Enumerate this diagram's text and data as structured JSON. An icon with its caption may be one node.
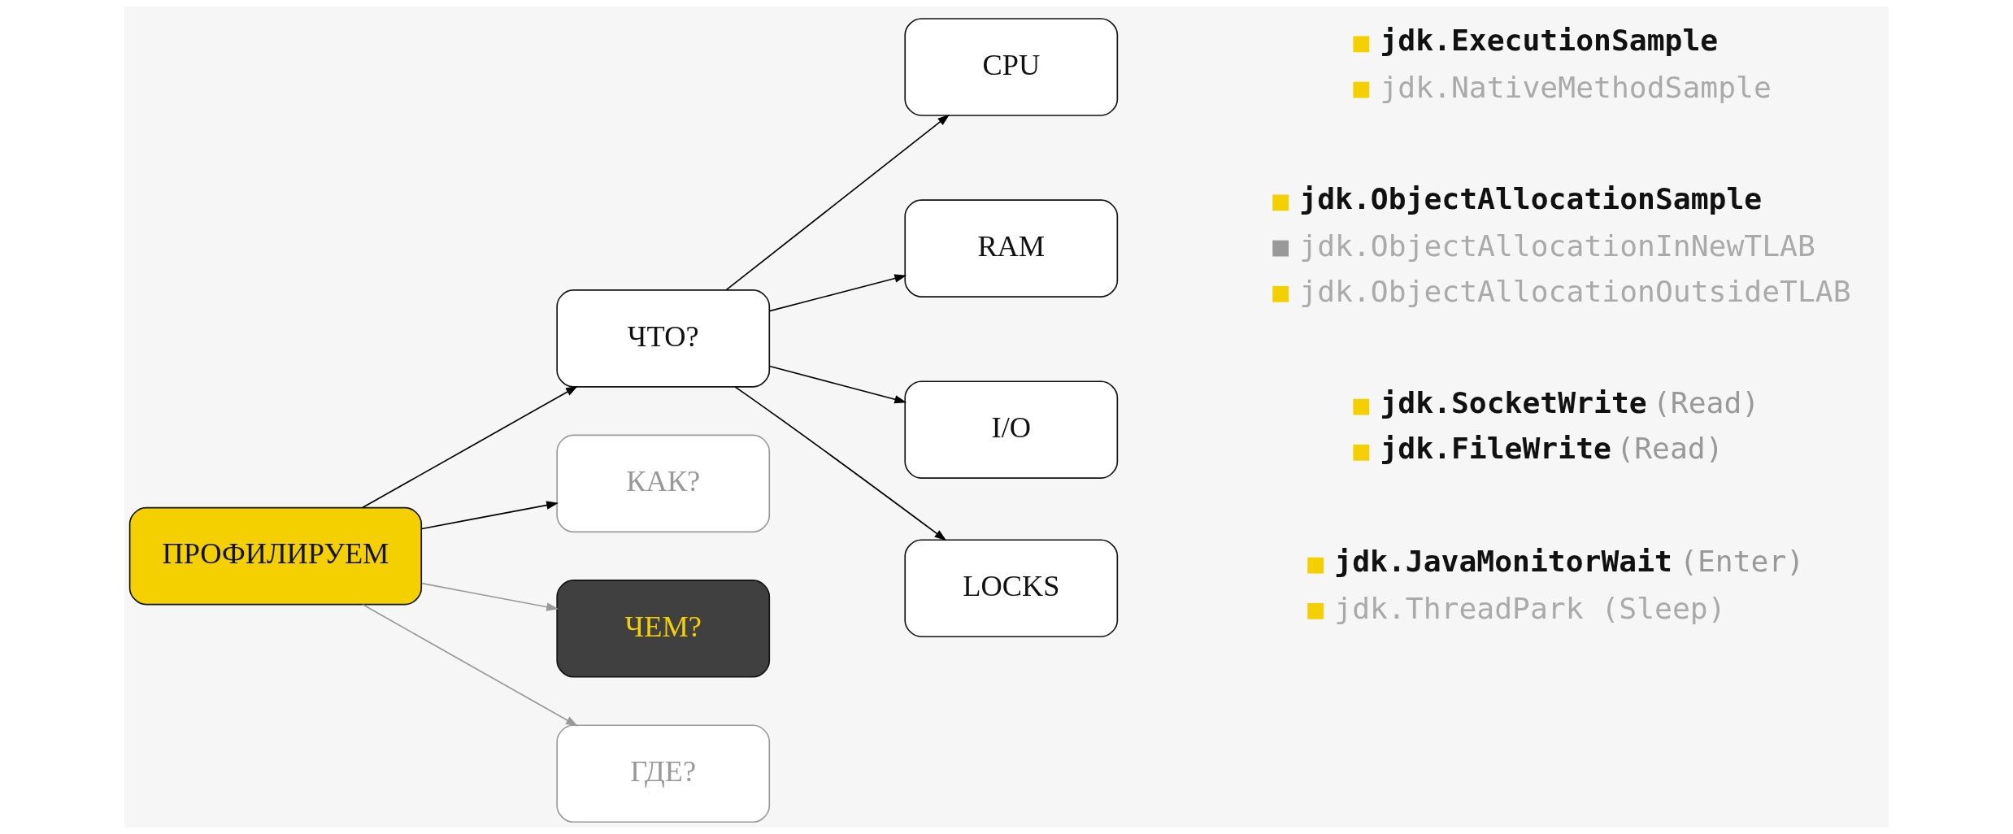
{
  "diagram": {
    "nodes": [
      {
        "text": [
          "ПРОФИЛИРУЕМ"
        ]
      },
      {
        "text": [
          "ЧТО?"
        ]
      },
      {
        "text": [
          "КАК?"
        ]
      },
      {
        "text": [
          "ЧЕМ?"
        ]
      },
      {
        "text": [
          "ГДЕ?"
        ]
      },
      {
        "text": [
          "CPU"
        ],
        "beside": [
          "jdk.ExecutionSample",
          "jdk.NativeMethodSample"
        ]
      },
      {
        "text": [
          "RAM"
        ],
        "beside": [
          "jdk.ObjectAllocationSample",
          "jdk.ObjectAllocationInNewTLAB",
          "jdk.ObjectAllocationOutsideTLAB"
        ]
      },
      {
        "text": [
          "I/O"
        ],
        "beside": [
          "jdk.SocketWrite (Read)",
          "jdk.FileWrite (Read)"
        ]
      },
      {
        "text": [
          "LOCKS"
        ],
        "beside": [
          "jdk.JavaMonitorWait (Enter)",
          "jdk.ThreadPark (Sleep)"
        ]
      }
    ],
    "edges": [
      {
        "from": 0,
        "to": 1,
        "arrow": "to"
      },
      {
        "from": 0,
        "to": 2,
        "arrow": "to"
      },
      {
        "from": 0,
        "to": 3,
        "arrow": "to",
        "color": "#999999"
      },
      {
        "from": 0,
        "to": 4,
        "arrow": "to",
        "color": "#999999"
      },
      {
        "from": 1,
        "to": 5,
        "arrow": "to"
      },
      {
        "from": 1,
        "to": 6,
        "arrow": "to"
      },
      {
        "from": 1,
        "to": 7,
        "arrow": "to"
      },
      {
        "from": 1,
        "to": 8,
        "arrow": "to"
      }
    ]
  }
}
